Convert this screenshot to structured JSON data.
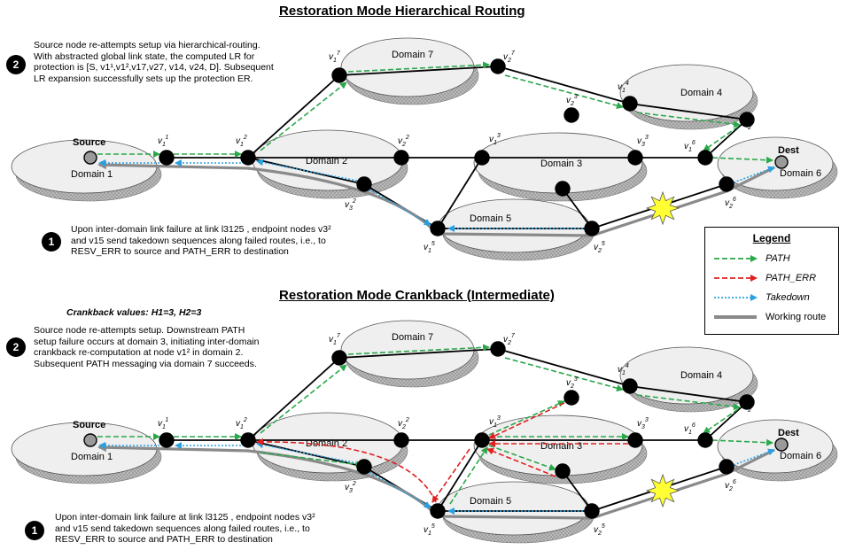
{
  "top": {
    "title": "Restoration Mode Hierarchical Routing",
    "step2": {
      "badge": "2",
      "lines": [
        "Source node re-attempts setup via hierarchical-routing.",
        "With abstracted global link state, the computed  LR for",
        "protection is [S, v1¹,v1²,v17,v27, v14, v24, D]. Subsequent",
        "LR expansion successfully sets up the protection ER."
      ]
    },
    "step1": {
      "badge": "1",
      "lines": [
        "Upon inter-domain link failure at link l3125 , endpoint nodes v3²",
        "and v15 send takedown sequences along failed routes, i.e., to",
        "RESV_ERR to source and PATH_ERR to destination"
      ]
    }
  },
  "bottom": {
    "title": "Restoration Mode Crankback (Intermediate)",
    "crankback": "Crankback values: H1=3, H2=3",
    "step2": {
      "badge": "2",
      "lines": [
        "Source node re-attempts setup.  Downstream PATH",
        "setup failure occurs at domain 3, initiating inter-domain",
        "crankback re-computation at node v1² in domain 2.",
        "Subsequent PATH messaging via domain 7 succeeds."
      ]
    },
    "step1": {
      "badge": "1",
      "lines": [
        "Upon inter-domain link failure at link l3125 , endpoint nodes v3²",
        "and v15 send takedown sequences along failed routes, i.e., to",
        "RESV_ERR to source and PATH_ERR to destination"
      ]
    }
  },
  "labels": {
    "source": "Source",
    "dest": "Dest",
    "domain1": "Domain 1",
    "domain2": "Domain 2",
    "domain3": "Domain 3",
    "domain4": "Domain 4",
    "domain5": "Domain 5",
    "domain6": "Domain 6",
    "domain7": "Domain 7"
  },
  "legend": {
    "title": "Legend",
    "items": [
      {
        "label": "PATH",
        "color": "#2aa84a",
        "style": "dashed"
      },
      {
        "label": "PATH_ERR",
        "color": "#e02020",
        "style": "dashed"
      },
      {
        "label": "Takedown",
        "color": "#2aa0e0",
        "style": "dotted"
      },
      {
        "label": "Working route",
        "color": "#8a8a8a",
        "style": "solid"
      }
    ]
  },
  "colors": {
    "path": "#2aa84a",
    "path_err": "#e02020",
    "takedown": "#2aa0e0",
    "working": "#8a8a8a",
    "burst": "#ffff33"
  }
}
